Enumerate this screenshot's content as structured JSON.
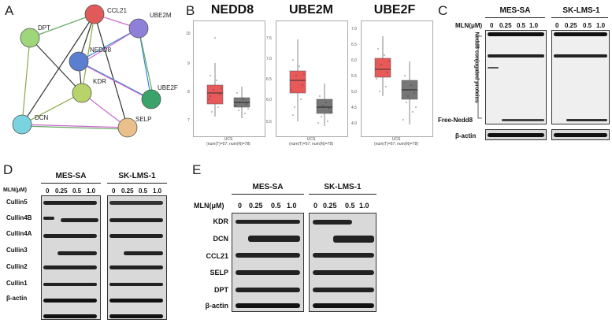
{
  "panels": {
    "A": {
      "label": "A",
      "nodes": [
        "CCL21",
        "UBE2M",
        "DPT",
        "NEDD8",
        "KDR",
        "UBE2F",
        "DCN",
        "SELP"
      ]
    },
    "B": {
      "label": "B",
      "plots": [
        {
          "title": "NEDD8",
          "yticks": [
            "10",
            "9",
            "8",
            "7"
          ],
          "xlabel": "UCS",
          "xsub": "(num(T)=57; num(N)=78)"
        },
        {
          "title": "UBE2M",
          "yticks": [
            "7.5",
            "7.0",
            "6.5",
            "6.0",
            "5.5"
          ],
          "xlabel": "UCS",
          "xsub": "(num(T)=57; num(N)=78)"
        },
        {
          "title": "UBE2F",
          "yticks": [
            "7.0",
            "6.5",
            "6.0",
            "5.5",
            "5.0",
            "4.5",
            "4.0"
          ],
          "xlabel": "UCS",
          "xsub": "(num(T)=57; num(N)=78)"
        }
      ]
    },
    "C": {
      "label": "C",
      "mln": "MLN(μM)",
      "groups": [
        "MES-SA",
        "SK-LMS-1"
      ],
      "doses": [
        "0",
        "0.25",
        "0.5",
        "1.0"
      ],
      "side_label": "Nedd8 conjugated proteins",
      "free_label": "Free-Nedd8",
      "actin": "β-actin"
    },
    "D": {
      "label": "D",
      "mln": "MLN(μM)",
      "groups": [
        "MES-SA",
        "SK-LMS-1"
      ],
      "doses": [
        "0",
        "0.25",
        "0.5",
        "1.0"
      ],
      "rows": [
        "Cullin5",
        "Cullin4B",
        "Cullin4A",
        "Cullin3",
        "Cullin2",
        "Cullin1",
        "β-actin"
      ]
    },
    "E": {
      "label": "E",
      "mln": "MLN(μM)",
      "groups": [
        "MES-SA",
        "SK-LMS-1"
      ],
      "doses": [
        "0",
        "0.25",
        "0.5",
        "1.0"
      ],
      "rows": [
        "KDR",
        "DCN",
        "CCL21",
        "SELP",
        "DPT",
        "β-actin"
      ]
    }
  }
}
